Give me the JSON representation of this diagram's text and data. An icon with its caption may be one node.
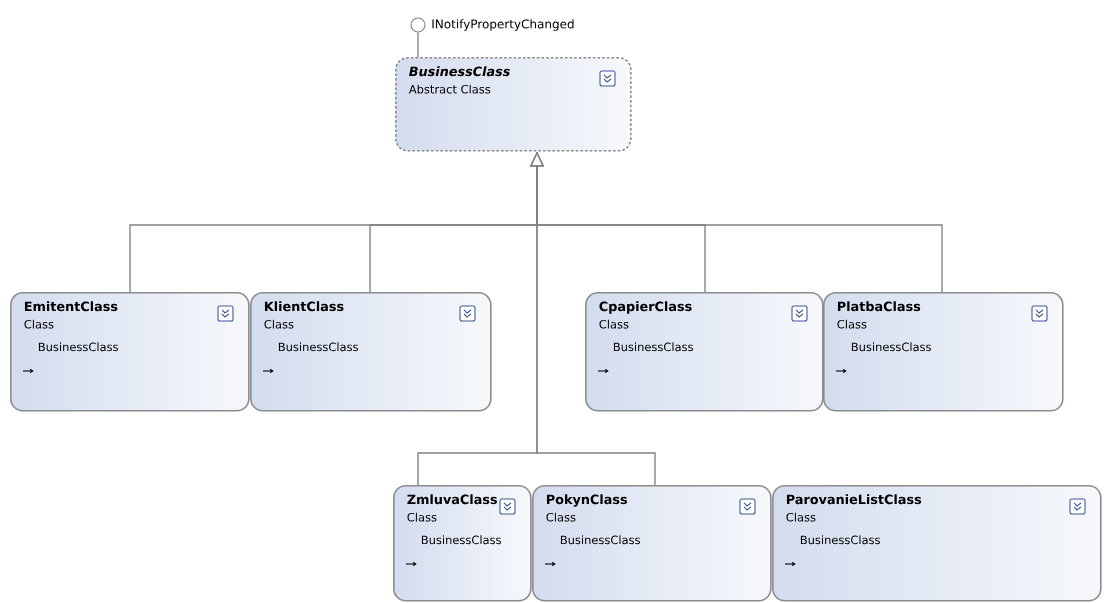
{
  "diagram": {
    "nodes": [
      {
        "text": [],
        "shape": "circle",
        "beside": [
          "INotifyPropertyChanged"
        ]
      },
      {
        "text": [
          "BusinessClass",
          "Abstract Class"
        ]
      },
      {
        "text": [
          "EmitentClass",
          "Class",
          "BusinessClass"
        ]
      },
      {
        "text": [
          "KlientClass",
          "Class",
          "BusinessClass"
        ]
      },
      {
        "text": [
          "CpapierClass",
          "Class",
          "BusinessClass"
        ]
      },
      {
        "text": [
          "PlatbaClass",
          "Class",
          "BusinessClass"
        ]
      },
      {
        "text": [
          "ZmluvaClass",
          "Class",
          "BusinessClass"
        ]
      },
      {
        "text": [
          "PokynClass",
          "Class",
          "BusinessClass"
        ]
      },
      {
        "text": [
          "ParovanieListClass",
          "Class",
          "BusinessClass"
        ]
      }
    ],
    "edges": [
      {
        "from": 1,
        "to": 0,
        "arrow": "none"
      },
      {
        "from": 2,
        "to": 1,
        "arrow": "to"
      },
      {
        "from": 3,
        "to": 1,
        "arrow": "to"
      },
      {
        "from": 4,
        "to": 1,
        "arrow": "to"
      },
      {
        "from": 5,
        "to": 1,
        "arrow": "to"
      },
      {
        "from": 6,
        "to": 1,
        "arrow": "to"
      },
      {
        "from": 7,
        "to": 1,
        "arrow": "to"
      }
    ]
  }
}
